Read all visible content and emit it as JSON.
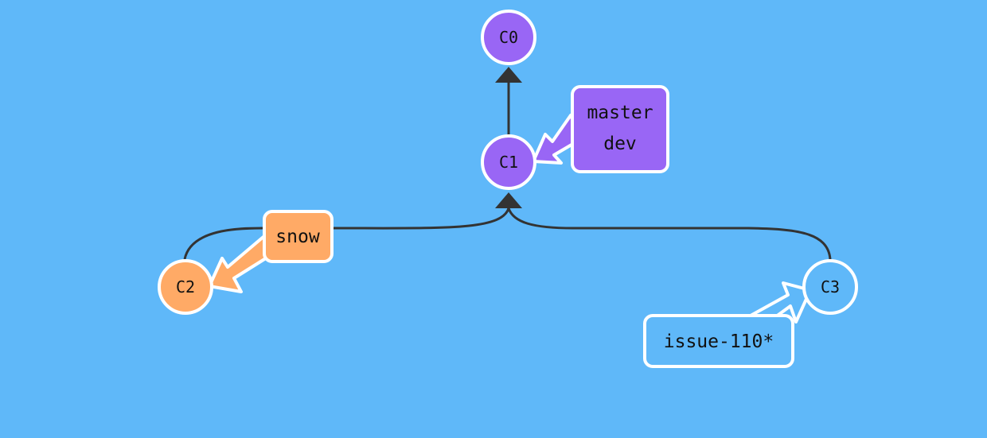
{
  "colors": {
    "background": "#5fb8f9",
    "edge": "#333333",
    "purple": "#9966f5",
    "orange": "#ffaa66",
    "blue": "#5fb8f9",
    "white": "#ffffff"
  },
  "commits": [
    {
      "id": "C0",
      "color": "purple"
    },
    {
      "id": "C1",
      "color": "purple"
    },
    {
      "id": "C2",
      "color": "orange"
    },
    {
      "id": "C3",
      "color": "blue"
    }
  ],
  "edges": [
    {
      "from": "C1",
      "to": "C0"
    },
    {
      "from": "C2",
      "to": "C1"
    },
    {
      "from": "C3",
      "to": "C1"
    }
  ],
  "branches": [
    {
      "lines": [
        "master",
        "dev"
      ],
      "target": "C1",
      "color": "purple"
    },
    {
      "lines": [
        "snow"
      ],
      "target": "C2",
      "color": "orange"
    },
    {
      "lines": [
        "issue-110*"
      ],
      "target": "C3",
      "color": "blue"
    }
  ]
}
